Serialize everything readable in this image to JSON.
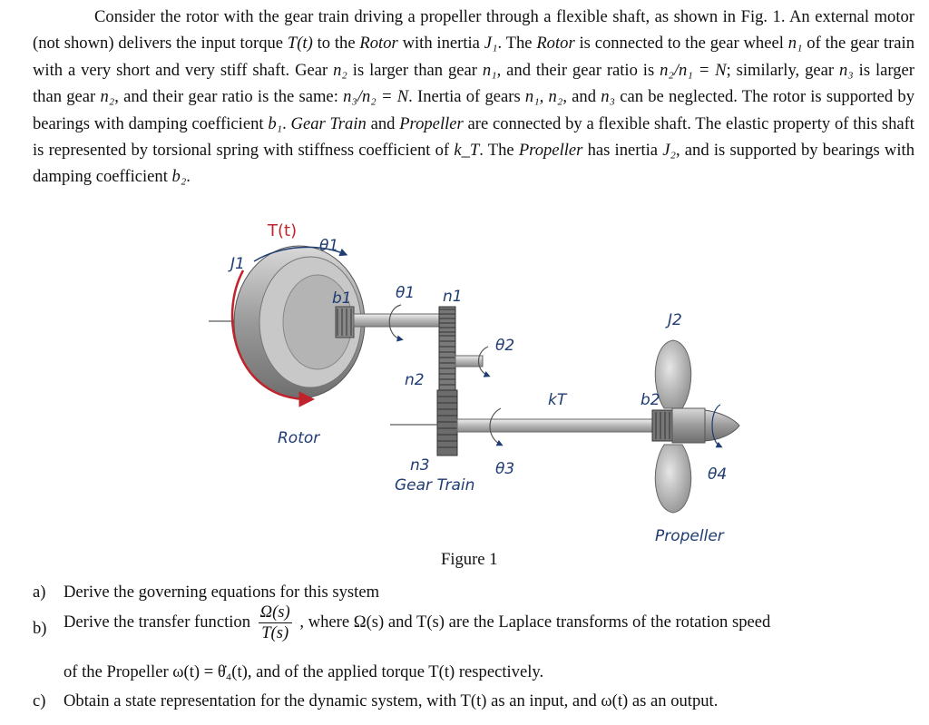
{
  "problem": {
    "intro": [
      {
        "t": "Consider the rotor with the gear train driving a propeller through a flexible shaft, as shown in Fig. 1. An external motor (not shown) delivers the input torque "
      },
      {
        "m": "T(t)"
      },
      {
        "t": " to the "
      },
      {
        "i": "Rotor"
      },
      {
        "t": " with inertia "
      },
      {
        "m": "J₁"
      },
      {
        "t": ". The "
      },
      {
        "i": "Rotor"
      },
      {
        "t": " is connected to the gear wheel "
      },
      {
        "m": "n₁"
      },
      {
        "t": " of the gear train with a very short and very stiff shaft. Gear "
      },
      {
        "m": "n₂"
      },
      {
        "t": " is larger than gear "
      },
      {
        "m": "n₁"
      },
      {
        "t": ", and their gear ratio is "
      },
      {
        "m": "n₂/n₁ = N"
      },
      {
        "t": "; similarly, gear "
      },
      {
        "m": "n₃"
      },
      {
        "t": " is larger than gear "
      },
      {
        "m": "n₂"
      },
      {
        "t": ", and their gear ratio is the same: "
      },
      {
        "m": "n₃/n₂ = N"
      },
      {
        "t": ". Inertia of gears "
      },
      {
        "m": "n₁, n₂"
      },
      {
        "t": ", and "
      },
      {
        "m": "n₃"
      },
      {
        "t": " can be neglected. The rotor is supported by bearings with damping coefficient "
      },
      {
        "m": "b₁"
      },
      {
        "t": ". "
      },
      {
        "i": "Gear Train"
      },
      {
        "t": " and "
      },
      {
        "i": "Propeller"
      },
      {
        "t": " are connected by a flexible shaft. The elastic property of this shaft is represented by torsional spring with stiffness coefficient of "
      },
      {
        "m": "k_T"
      },
      {
        "t": ". The "
      },
      {
        "i": "Propeller"
      },
      {
        "t": " has inertia "
      },
      {
        "m": "J₂"
      },
      {
        "t": ", and is supported by bearings with damping coefficient "
      },
      {
        "m": "b₂"
      },
      {
        "t": "."
      }
    ]
  },
  "figure": {
    "torque_label": "T(t)",
    "theta1_top": "θ1",
    "J1": "J1",
    "b1": "b1",
    "theta1_shaft": "θ1",
    "n1": "n1",
    "theta2": "θ2",
    "n2": "n2",
    "n3": "n3",
    "theta3": "θ3",
    "gear_train": "Gear Train",
    "rotor": "Rotor",
    "kT": "kT",
    "b2": "b2",
    "J2": "J2",
    "theta4": "θ4",
    "propeller": "Propeller",
    "caption": "Figure 1",
    "colors": {
      "label": "#1f3c73",
      "torque": "#c0232b",
      "metal": "#a9a9a9",
      "gear": "#6e6e6e"
    }
  },
  "questions": {
    "a": {
      "tag": "a)",
      "text": "Derive the governing equations for this system"
    },
    "b": {
      "tag": "b)",
      "before": "Derive the transfer function",
      "frac_num": "Ω(s)",
      "frac_den": "T(s)",
      "after": ", where Ω(s) and T(s) are the Laplace transforms of the rotation speed",
      "line2": "of the Propeller ω(t) = θ̇₄(t), and of the applied torque T(t) respectively."
    },
    "c": {
      "tag": "c)",
      "text": "Obtain a state representation for the dynamic system, with T(t) as an input, and ω(t) as an output."
    }
  }
}
